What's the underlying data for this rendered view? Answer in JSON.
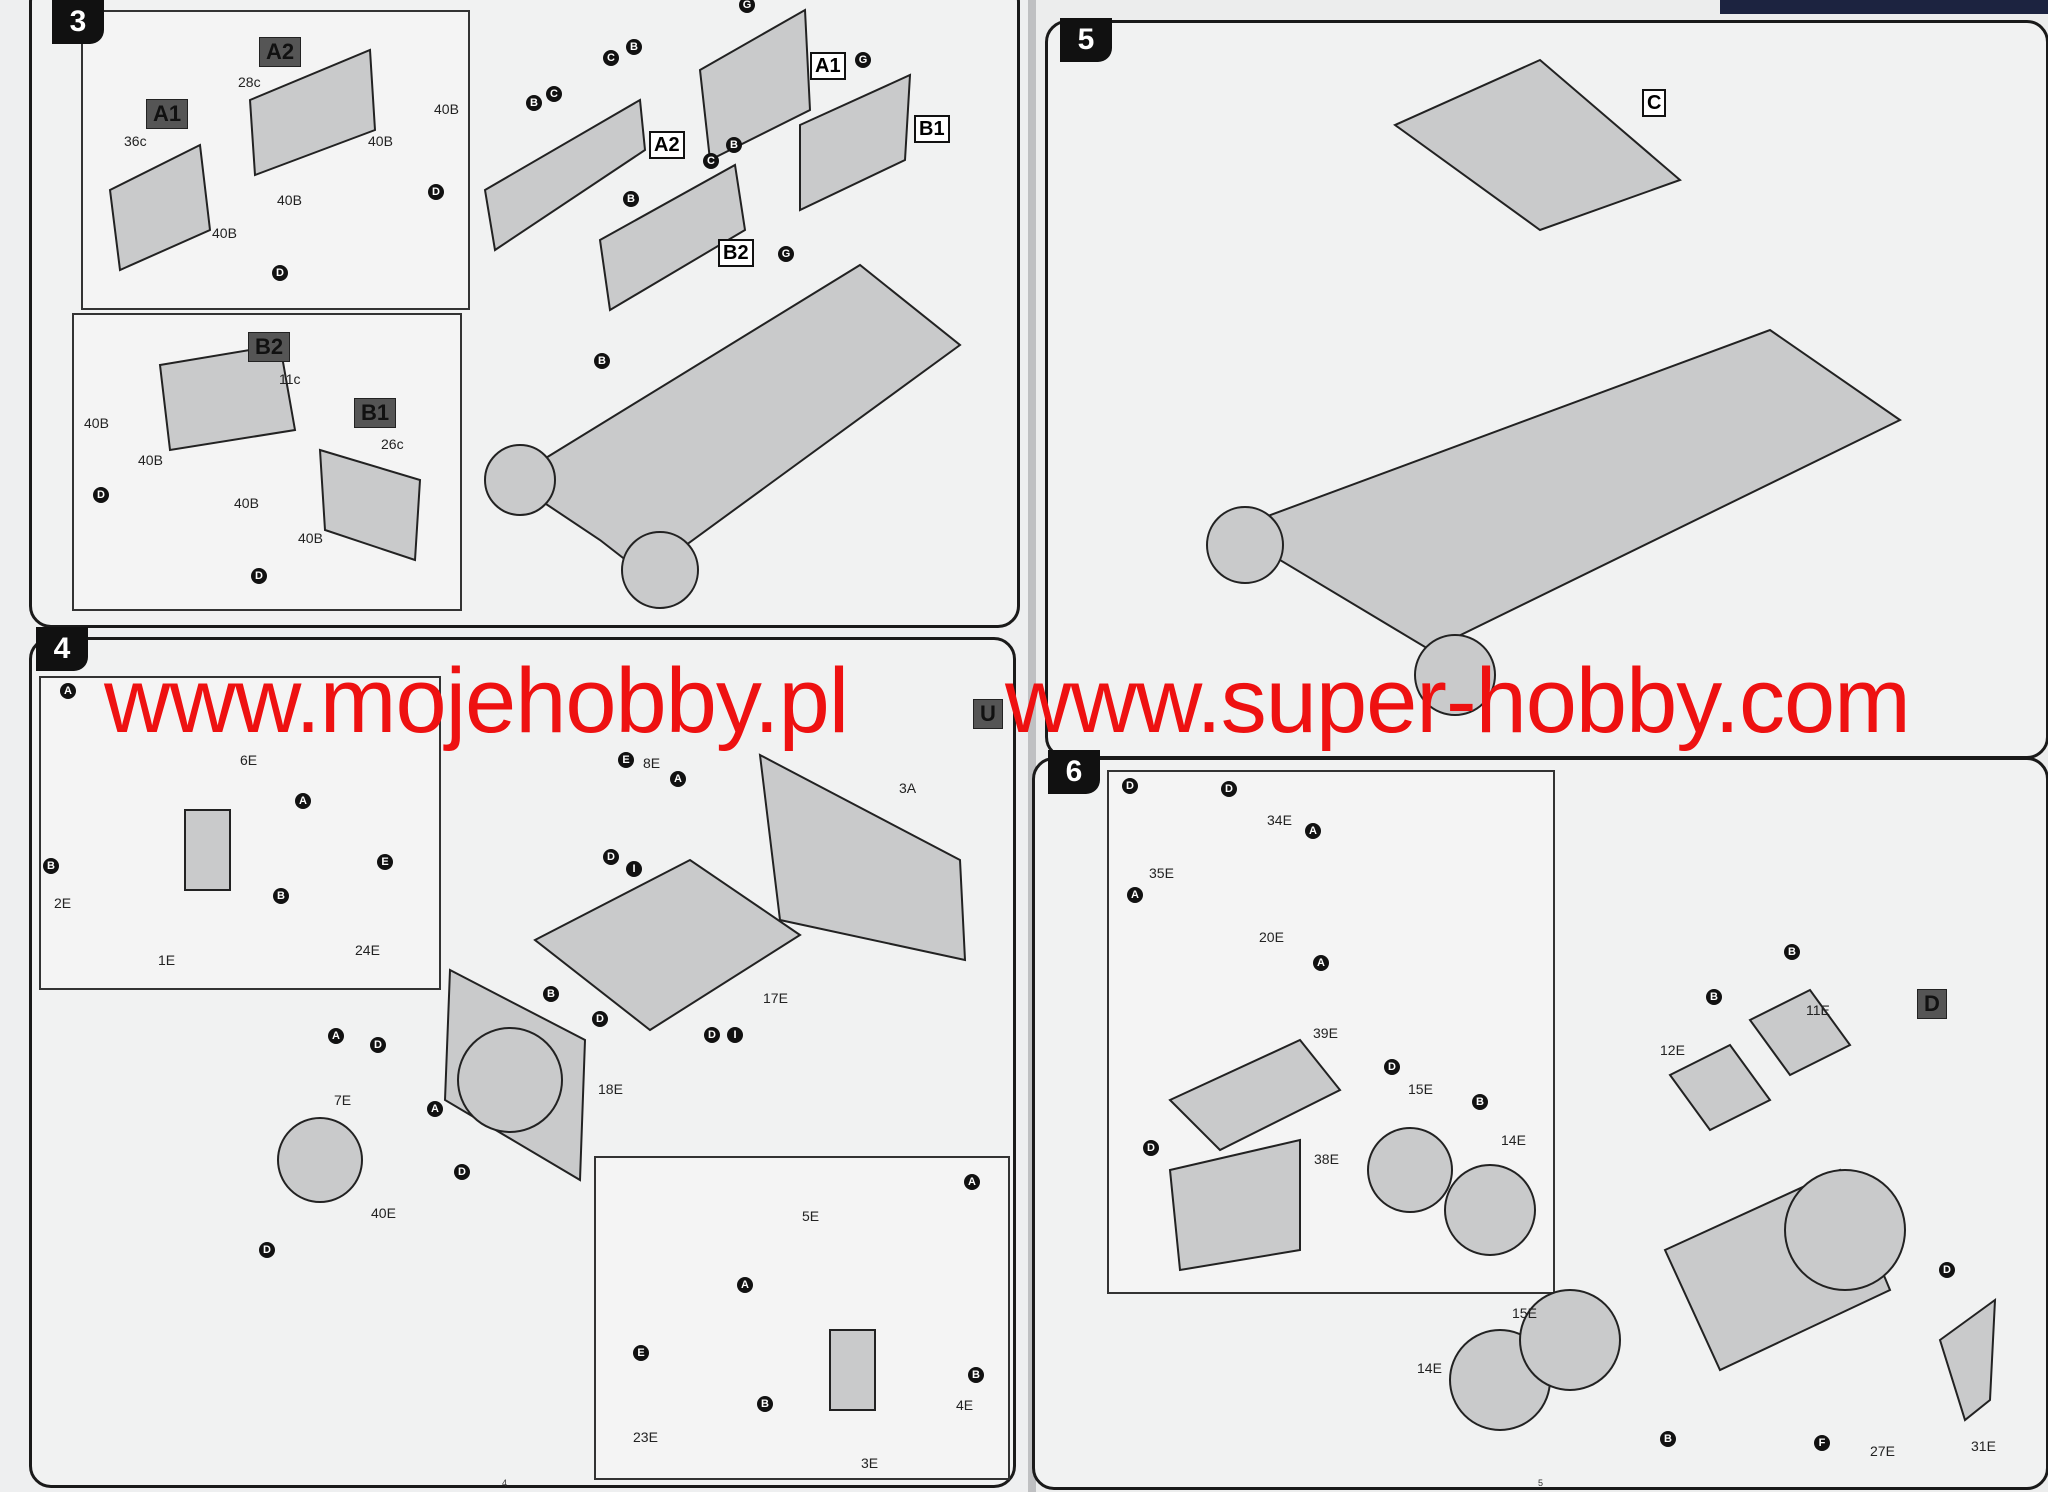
{
  "pages": {
    "left_number": "4",
    "right_number": "5"
  },
  "watermarks": [
    "www.mojehobby.pl",
    "www.super-hobby.com"
  ],
  "colors": {
    "watermark": "#ee1111",
    "ink": "#111111",
    "paper": "#eeeff0",
    "part_fill": "#c9cacb"
  },
  "steps": [
    {
      "number": "3",
      "labels": [
        "A2",
        "28c",
        "A1",
        "36c",
        "40B",
        "40B",
        "40B",
        "40B",
        "D",
        "D",
        "B2",
        "11c",
        "B1",
        "26c",
        "40B",
        "40B",
        "40B",
        "40B",
        "D",
        "D",
        "B",
        "C",
        "C",
        "B",
        "G",
        "A2",
        "A1",
        "G",
        "B1",
        "B",
        "C",
        "B",
        "B2",
        "G",
        "B"
      ]
    },
    {
      "number": "5",
      "labels": [
        "C"
      ]
    },
    {
      "number": "4",
      "labels": [
        "A",
        "A",
        "B",
        "B",
        "E",
        "D",
        "A",
        "D",
        "D",
        "A",
        "B",
        "D",
        "I",
        "D",
        "D",
        "I",
        "E",
        "A",
        "A",
        "A",
        "B",
        "B",
        "E",
        "6E",
        "2E",
        "1E",
        "24E",
        "8E",
        "3A",
        "17E",
        "7E",
        "40E",
        "18E",
        "5E",
        "4E",
        "3E",
        "23E",
        "U"
      ]
    },
    {
      "number": "6",
      "labels": [
        "D",
        "D",
        "34E",
        "A",
        "35E",
        "A",
        "20E",
        "A",
        "39E",
        "D",
        "15E",
        "B",
        "14E",
        "D",
        "38E",
        "B",
        "B",
        "11E",
        "12E",
        "D",
        "15E",
        "14E",
        "B",
        "D",
        "F",
        "27E",
        "31E"
      ]
    }
  ]
}
